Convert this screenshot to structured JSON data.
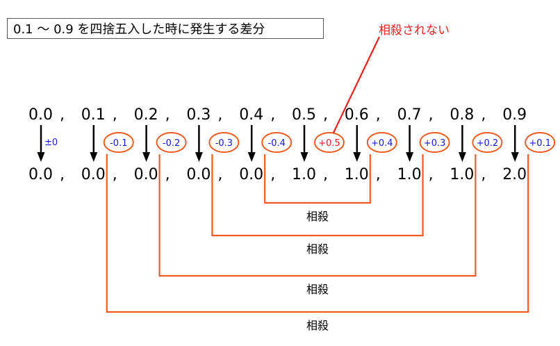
{
  "title": "0.1 〜 0.9 を四捨五入した時に発生する差分",
  "callout_label": "相殺されない",
  "separator": ",",
  "inputs": [
    "0.0",
    "0.1",
    "0.2",
    "0.3",
    "0.4",
    "0.5",
    "0.6",
    "0.7",
    "0.8",
    "0.9"
  ],
  "outputs": [
    "0.0",
    "0.0",
    "0.0",
    "0.0",
    "0.0",
    "1.0",
    "1.0",
    "1.0",
    "1.0",
    "2.0"
  ],
  "diffs": [
    "±0",
    "-0.1",
    "-0.2",
    "-0.3",
    "-0.4",
    "+0.5",
    "+0.4",
    "+0.3",
    "+0.2",
    "+0.1"
  ],
  "cancel_pairs": [
    {
      "from": 4,
      "to": 6,
      "label": "相殺"
    },
    {
      "from": 3,
      "to": 7,
      "label": "相殺"
    },
    {
      "from": 2,
      "to": 8,
      "label": "相殺"
    },
    {
      "from": 1,
      "to": 9,
      "label": "相殺"
    }
  ],
  "uncancelled_index": 5,
  "colors": {
    "text": "#000000",
    "diff_text": "#1414e0",
    "uncancelled_text": "#e0141e",
    "oval": "#f05a1e",
    "bracket": "#f05a1e",
    "callout": "#ee1c1c",
    "title_border": "#555555"
  }
}
